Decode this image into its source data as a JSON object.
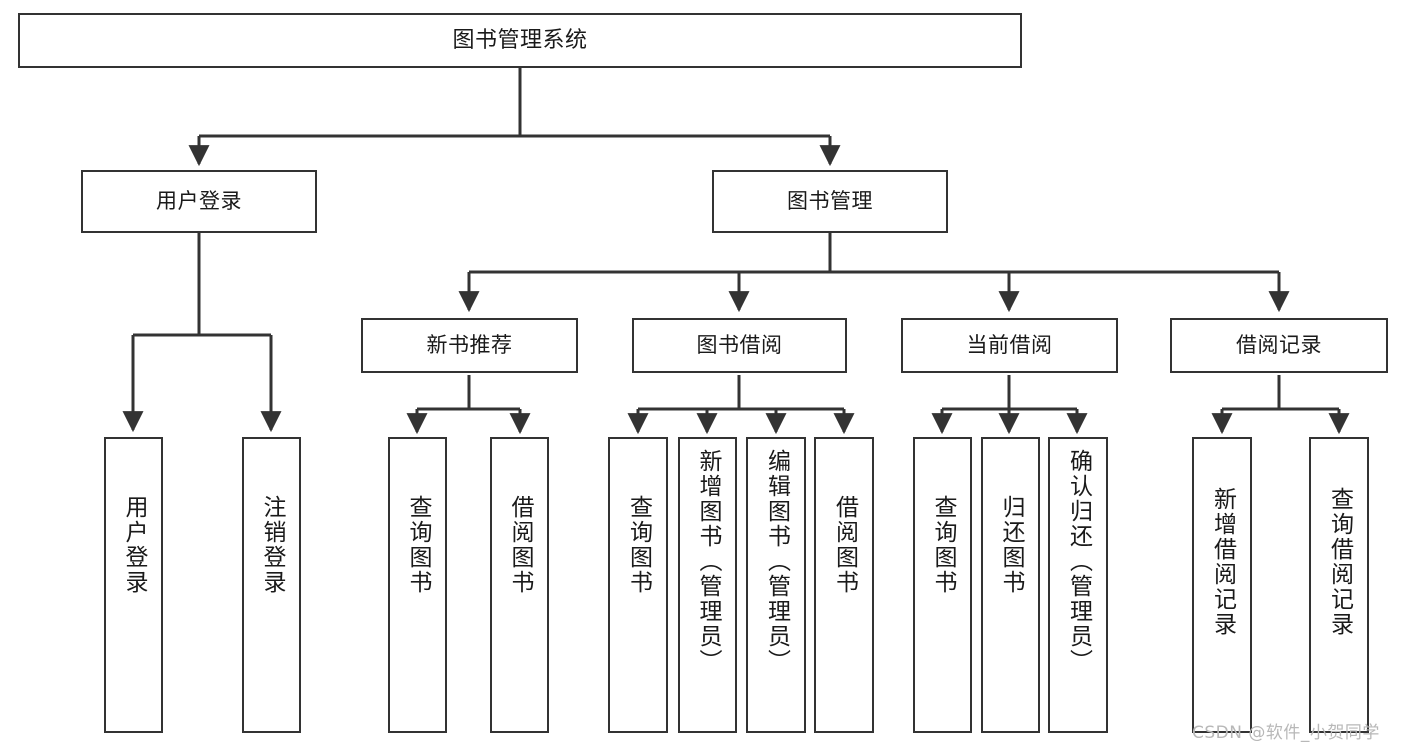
{
  "diagram": {
    "title": "图书管理系统",
    "type": "tree-hierarchy",
    "root": {
      "label": "图书管理系统"
    },
    "level2": [
      {
        "label": "用户登录"
      },
      {
        "label": "图书管理"
      }
    ],
    "level3": [
      {
        "label": "新书推荐"
      },
      {
        "label": "图书借阅"
      },
      {
        "label": "当前借阅"
      },
      {
        "label": "借阅记录"
      }
    ],
    "leaves": {
      "user_login": [
        {
          "label": "用户登录"
        },
        {
          "label": "注销登录"
        }
      ],
      "new_book_recommend": [
        {
          "label": "查询图书"
        },
        {
          "label": "借阅图书"
        }
      ],
      "book_borrow": [
        {
          "label": "查询图书"
        },
        {
          "label": "新增图书（管理员）"
        },
        {
          "label": "编辑图书（管理员）"
        },
        {
          "label": "借阅图书"
        }
      ],
      "current_borrow": [
        {
          "label": "查询图书"
        },
        {
          "label": "归还图书"
        },
        {
          "label": "确认归还（管理员）"
        }
      ],
      "borrow_record": [
        {
          "label": "新增借阅记录"
        },
        {
          "label": "查询借阅记录"
        }
      ]
    },
    "watermark": "CSDN @软件_小贺同学",
    "colors": {
      "stroke": "#333333",
      "background": "#ffffff",
      "text": "#1a1a1a",
      "watermark": "#b8b8b8"
    }
  }
}
